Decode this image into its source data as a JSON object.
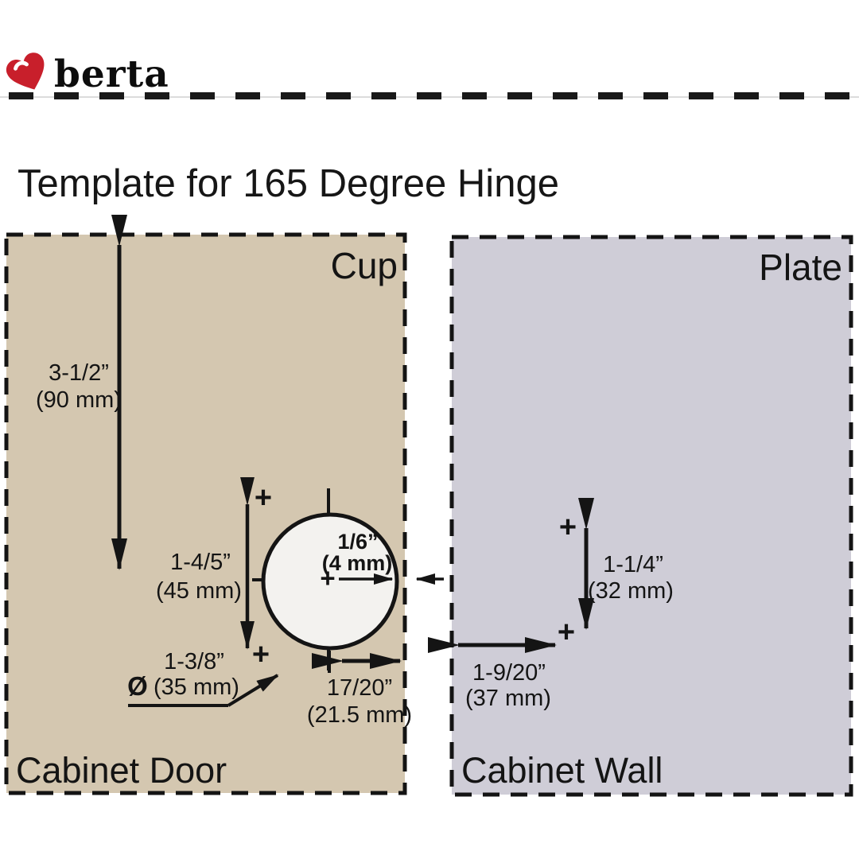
{
  "brand": {
    "name": "berta",
    "accent_color": "#c81f2b"
  },
  "title": "Template for 165 Degree Hinge",
  "symbols": {
    "plus": "+",
    "diameter": "Ø"
  },
  "door_panel": {
    "corner_label": "Cup",
    "bottom_label": "Cabinet Door",
    "fill_color": "#d4c7b0",
    "cup_hole_fill": "#f3f2ef",
    "measurements": {
      "door_height": {
        "inch": "3-1/2”",
        "mm": "(90 mm)"
      },
      "cup_center_height": {
        "inch": "1-4/5”",
        "mm": "(45 mm)"
      },
      "cup_edge_offset": {
        "inch": "1/6”",
        "mm": "(4 mm)"
      },
      "cup_diameter": {
        "inch": "1-3/8”",
        "mm": "(35 mm)"
      },
      "cup_to_edge": {
        "inch": "17/20”",
        "mm": "(21.5 mm)"
      }
    }
  },
  "wall_panel": {
    "corner_label": "Plate",
    "bottom_label": "Cabinet Wall",
    "fill_color": "#cfcdd7",
    "measurements": {
      "plate_hole_spacing": {
        "inch": "1-1/4”",
        "mm": "(32 mm)"
      },
      "plate_edge_offset": {
        "inch": "1-9/20”",
        "mm": "(37 mm)"
      }
    }
  }
}
